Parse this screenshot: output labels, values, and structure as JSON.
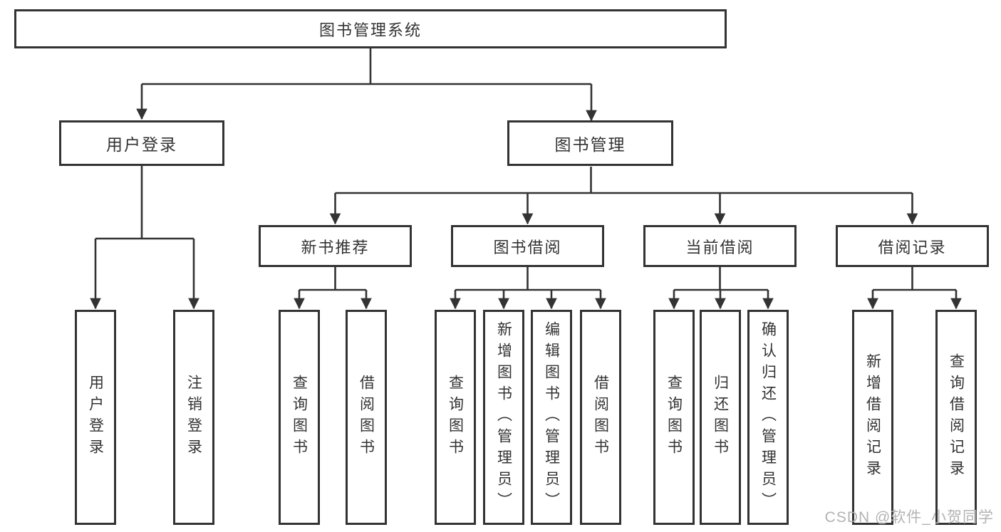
{
  "diagram": {
    "root": {
      "label": "图书管理系统"
    },
    "login_branch": {
      "label": "用户登录",
      "children": [
        {
          "label": "用户登录"
        },
        {
          "label": "注销登录"
        }
      ]
    },
    "management_branch": {
      "label": "图书管理"
    },
    "groups": [
      {
        "label": "新书推荐",
        "children": [
          {
            "label": "查询图书"
          },
          {
            "label": "借阅图书"
          }
        ]
      },
      {
        "label": "图书借阅",
        "children": [
          {
            "label": "查询图书"
          },
          {
            "label": "新增图书（管理员）"
          },
          {
            "label": "编辑图书（管理员）"
          },
          {
            "label": "借阅图书"
          }
        ]
      },
      {
        "label": "当前借阅",
        "children": [
          {
            "label": "查询图书"
          },
          {
            "label": "归还图书"
          },
          {
            "label": "确认归还（管理员）"
          }
        ]
      },
      {
        "label": "借阅记录",
        "children": [
          {
            "label": "新增借阅记录"
          },
          {
            "label": "查询借阅记录"
          }
        ]
      }
    ]
  },
  "watermark": {
    "text": "CSDN @软件_小贺同学"
  },
  "colors": {
    "line": "#333333",
    "border": "#333333",
    "text": "#333333",
    "watermark": "#b3b3b3",
    "background": "#ffffff"
  }
}
